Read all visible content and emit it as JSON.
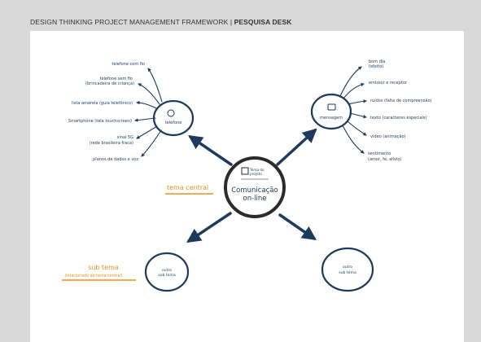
{
  "header": {
    "title": "DESIGN THINKING PROJECT MANAGEMENT FRAMEWORK",
    "separator": "|",
    "section": "PESQUISA DESK"
  },
  "center": {
    "badge_line1": "Tema do",
    "badge_line2": "projeto",
    "title_line1": "Comunicação",
    "title_line2": "on-line"
  },
  "labels": {
    "tema_central": "tema central",
    "sub_tema": "sub tema",
    "sub_tema_note": "(relacionado ao tema central)"
  },
  "telefone": {
    "label": "telefone",
    "items": [
      "telefone com fio",
      "telefone sem fio",
      "(brincadeira de criança)",
      "lista amarela (guia telefônico)",
      "Smartphone (tela touchscreen)",
      "sinal 5G",
      "(rede brasileira fraca)",
      "planos de dados e voz"
    ]
  },
  "mensagem": {
    "label": "mensagem",
    "items": [
      "bom dia",
      "(efeito)",
      "emissor e receptor",
      "ruídos (falta de compreensão)",
      "texto (caracteres especiais)",
      "vídeo (animação)",
      "sentimento",
      "(amor, fé, alívio)"
    ]
  },
  "subtopics": {
    "left_line1": "outro",
    "left_line2": "sub tema",
    "right_line1": "outro",
    "right_line2": "sub tema"
  },
  "colors": {
    "ink": "#1d3a5c",
    "accent": "#e8901e",
    "center_ring": "#2b2b2b"
  }
}
